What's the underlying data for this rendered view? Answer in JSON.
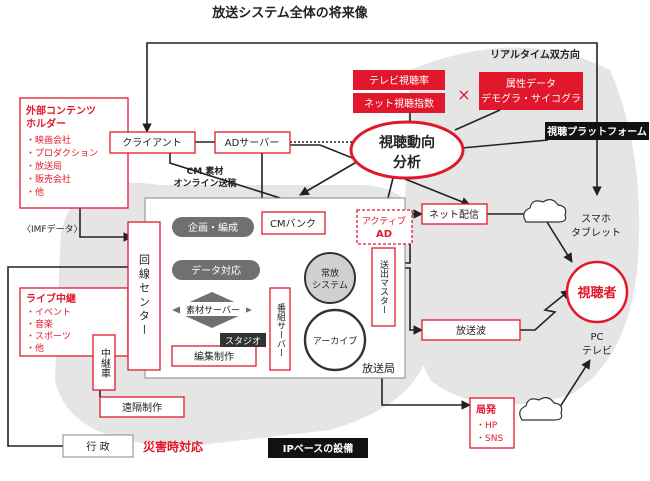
{
  "title": "放送システム全体の将来像",
  "realtime": "リアルタイム双方向",
  "tv_rating": "テレビ視聴率",
  "net_rating": "ネット視聴指数",
  "attribute_line1": "属性データ",
  "attribute_line2": "デモグラ・サイコグラ",
  "times_mark": "×",
  "trend_line1": "視聴動向",
  "trend_line2": "分析",
  "platform": "視聴プラットフォーム",
  "smartphone_line1": "スマホ",
  "smartphone_line2": "タブレット",
  "viewer": "視聴者",
  "pc_line1": "PC",
  "pc_line2": "テレビ",
  "net_delivery": "ネット配信",
  "broadcast_wave": "放送波",
  "local_title": "局発",
  "local_items": [
    "・HP",
    "・SNS"
  ],
  "external_title_line1": "外部コンテンツ",
  "external_title_line2": "ホルダー",
  "external_items": [
    "・映画会社",
    "・プロダクション",
    "・放送局",
    "・販売会社",
    "・他"
  ],
  "client": "クライアント",
  "ad_server": "ADサーバー",
  "cm_material_line1": "CM 素材",
  "cm_material_line2": "オンライン送稿",
  "imf_data": "〈IMFデータ〉",
  "live_title": "ライブ中継",
  "live_items": [
    "・イベント",
    "・音楽",
    "・スポーツ",
    "・他"
  ],
  "line_center": "回線センター",
  "relay_car": "中継車",
  "remote_production": "遠隔制作",
  "government": "行 政",
  "disaster": "災害時対応",
  "ip_facility": "IPベースの設備",
  "broadcaster": "放送局",
  "planning": "企画・編成",
  "data_handling": "データ対応",
  "material_server": "素材サーバー",
  "editing": "編集制作",
  "studio": "スタジオ",
  "cm_bank": "CMバンク",
  "active_ad_line1": "アクティブ",
  "active_ad_line2": "AD",
  "master_line1": "常放",
  "master_line2": "システム",
  "program_server": "番組サーバー",
  "archive": "アーカイブ",
  "send_master": "送出マスター",
  "colors": {
    "red": "#e1182c",
    "gray_bg": "#e5e5e5",
    "dark": "#222222"
  }
}
